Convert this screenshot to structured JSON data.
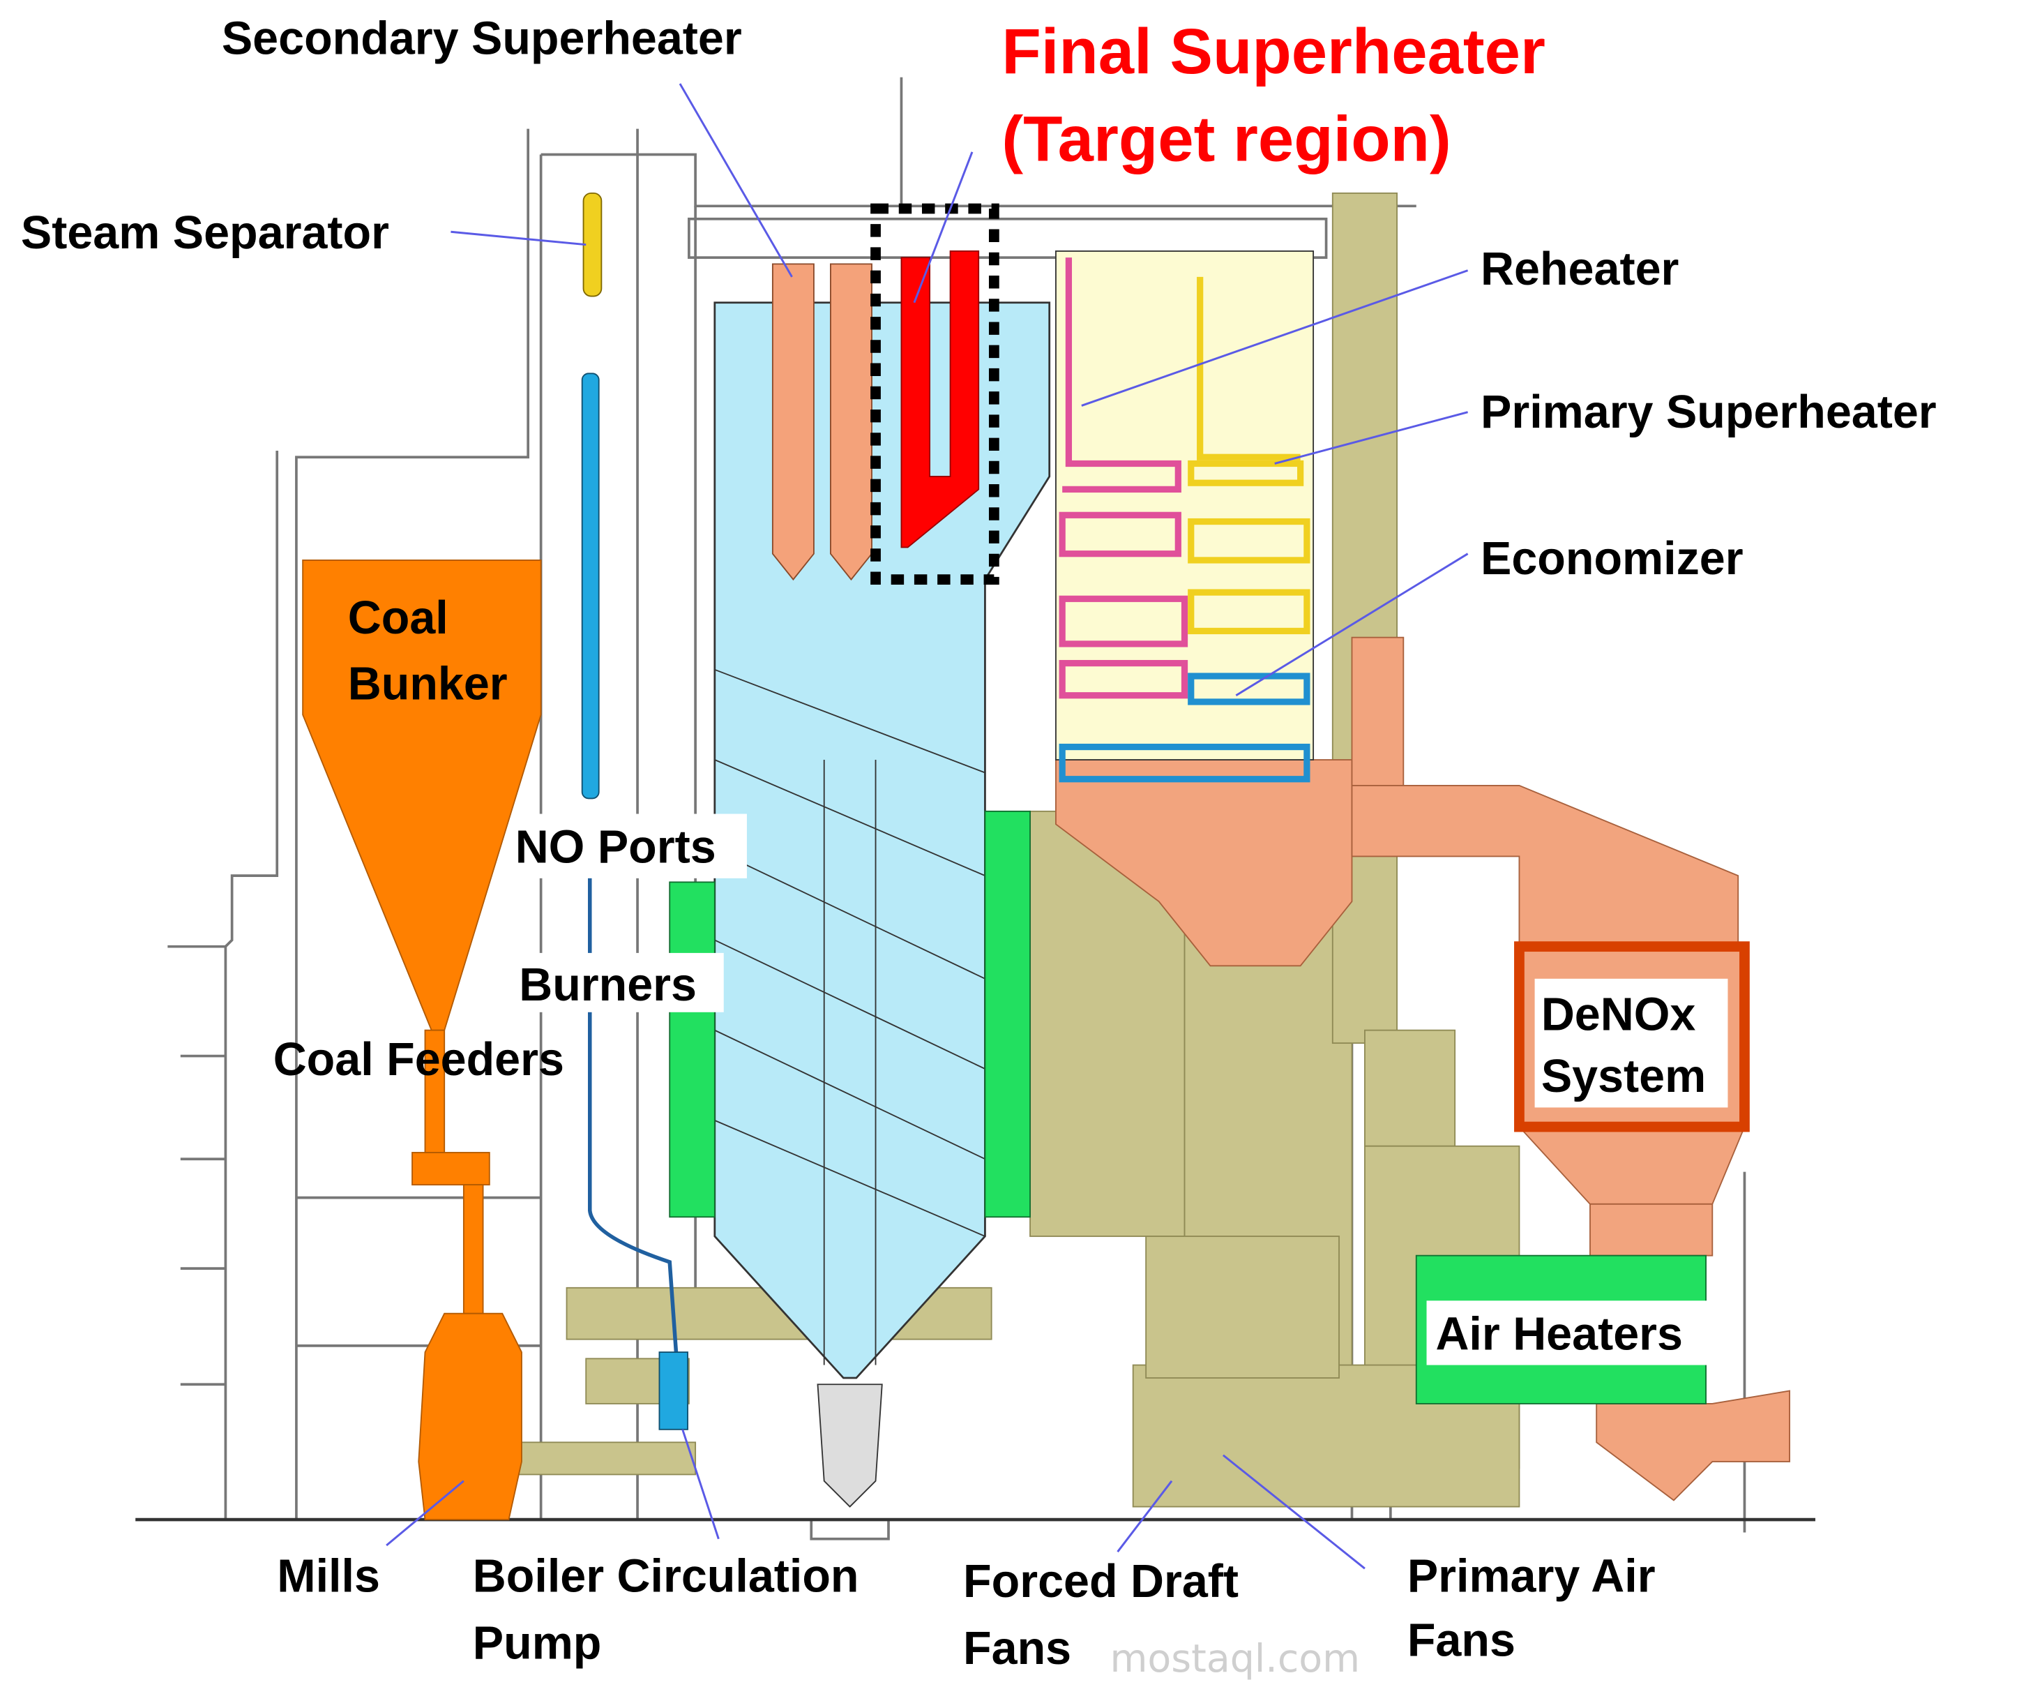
{
  "labels": {
    "secondary_superheater": "Secondary Superheater",
    "final_superheater_line1": "Final Superheater",
    "final_superheater_line2": "(Target region)",
    "steam_separator": "Steam Separator",
    "reheater": "Reheater",
    "primary_superheater": "Primary Superheater",
    "economizer": "Economizer",
    "coal_bunker_line1": "Coal",
    "coal_bunker_line2": "Bunker",
    "no_ports": "NO Ports",
    "burners": "Burners",
    "coal_feeders": "Coal Feeders",
    "denox_line1": "DeNOx",
    "denox_line2": "System",
    "air_heaters": "Air Heaters",
    "mills": "Mills",
    "boiler_pump_line1": "Boiler Circulation",
    "boiler_pump_line2": "Pump",
    "fd_fans_line1": "Forced Draft",
    "fd_fans_line2": "Fans",
    "pa_fans_line1": "Primary Air",
    "pa_fans_line2": "Fans"
  },
  "watermark": "mostaql.com",
  "colors": {
    "coal": "#ff8000",
    "furnace": "#b8eaf8",
    "secondary_superheater": "#f4a27a",
    "final_superheater": "#ff0000",
    "backpass": "#fdfbd2",
    "reheater": "#e0509a",
    "primary_superheater": "#f0d020",
    "economizer": "#2090d0",
    "flue_duct": "#f2a47e",
    "air_duct": "#c9c48c",
    "windbox": "#22e060",
    "denox_border": "#d84000",
    "leader": "#5a5ae6"
  }
}
